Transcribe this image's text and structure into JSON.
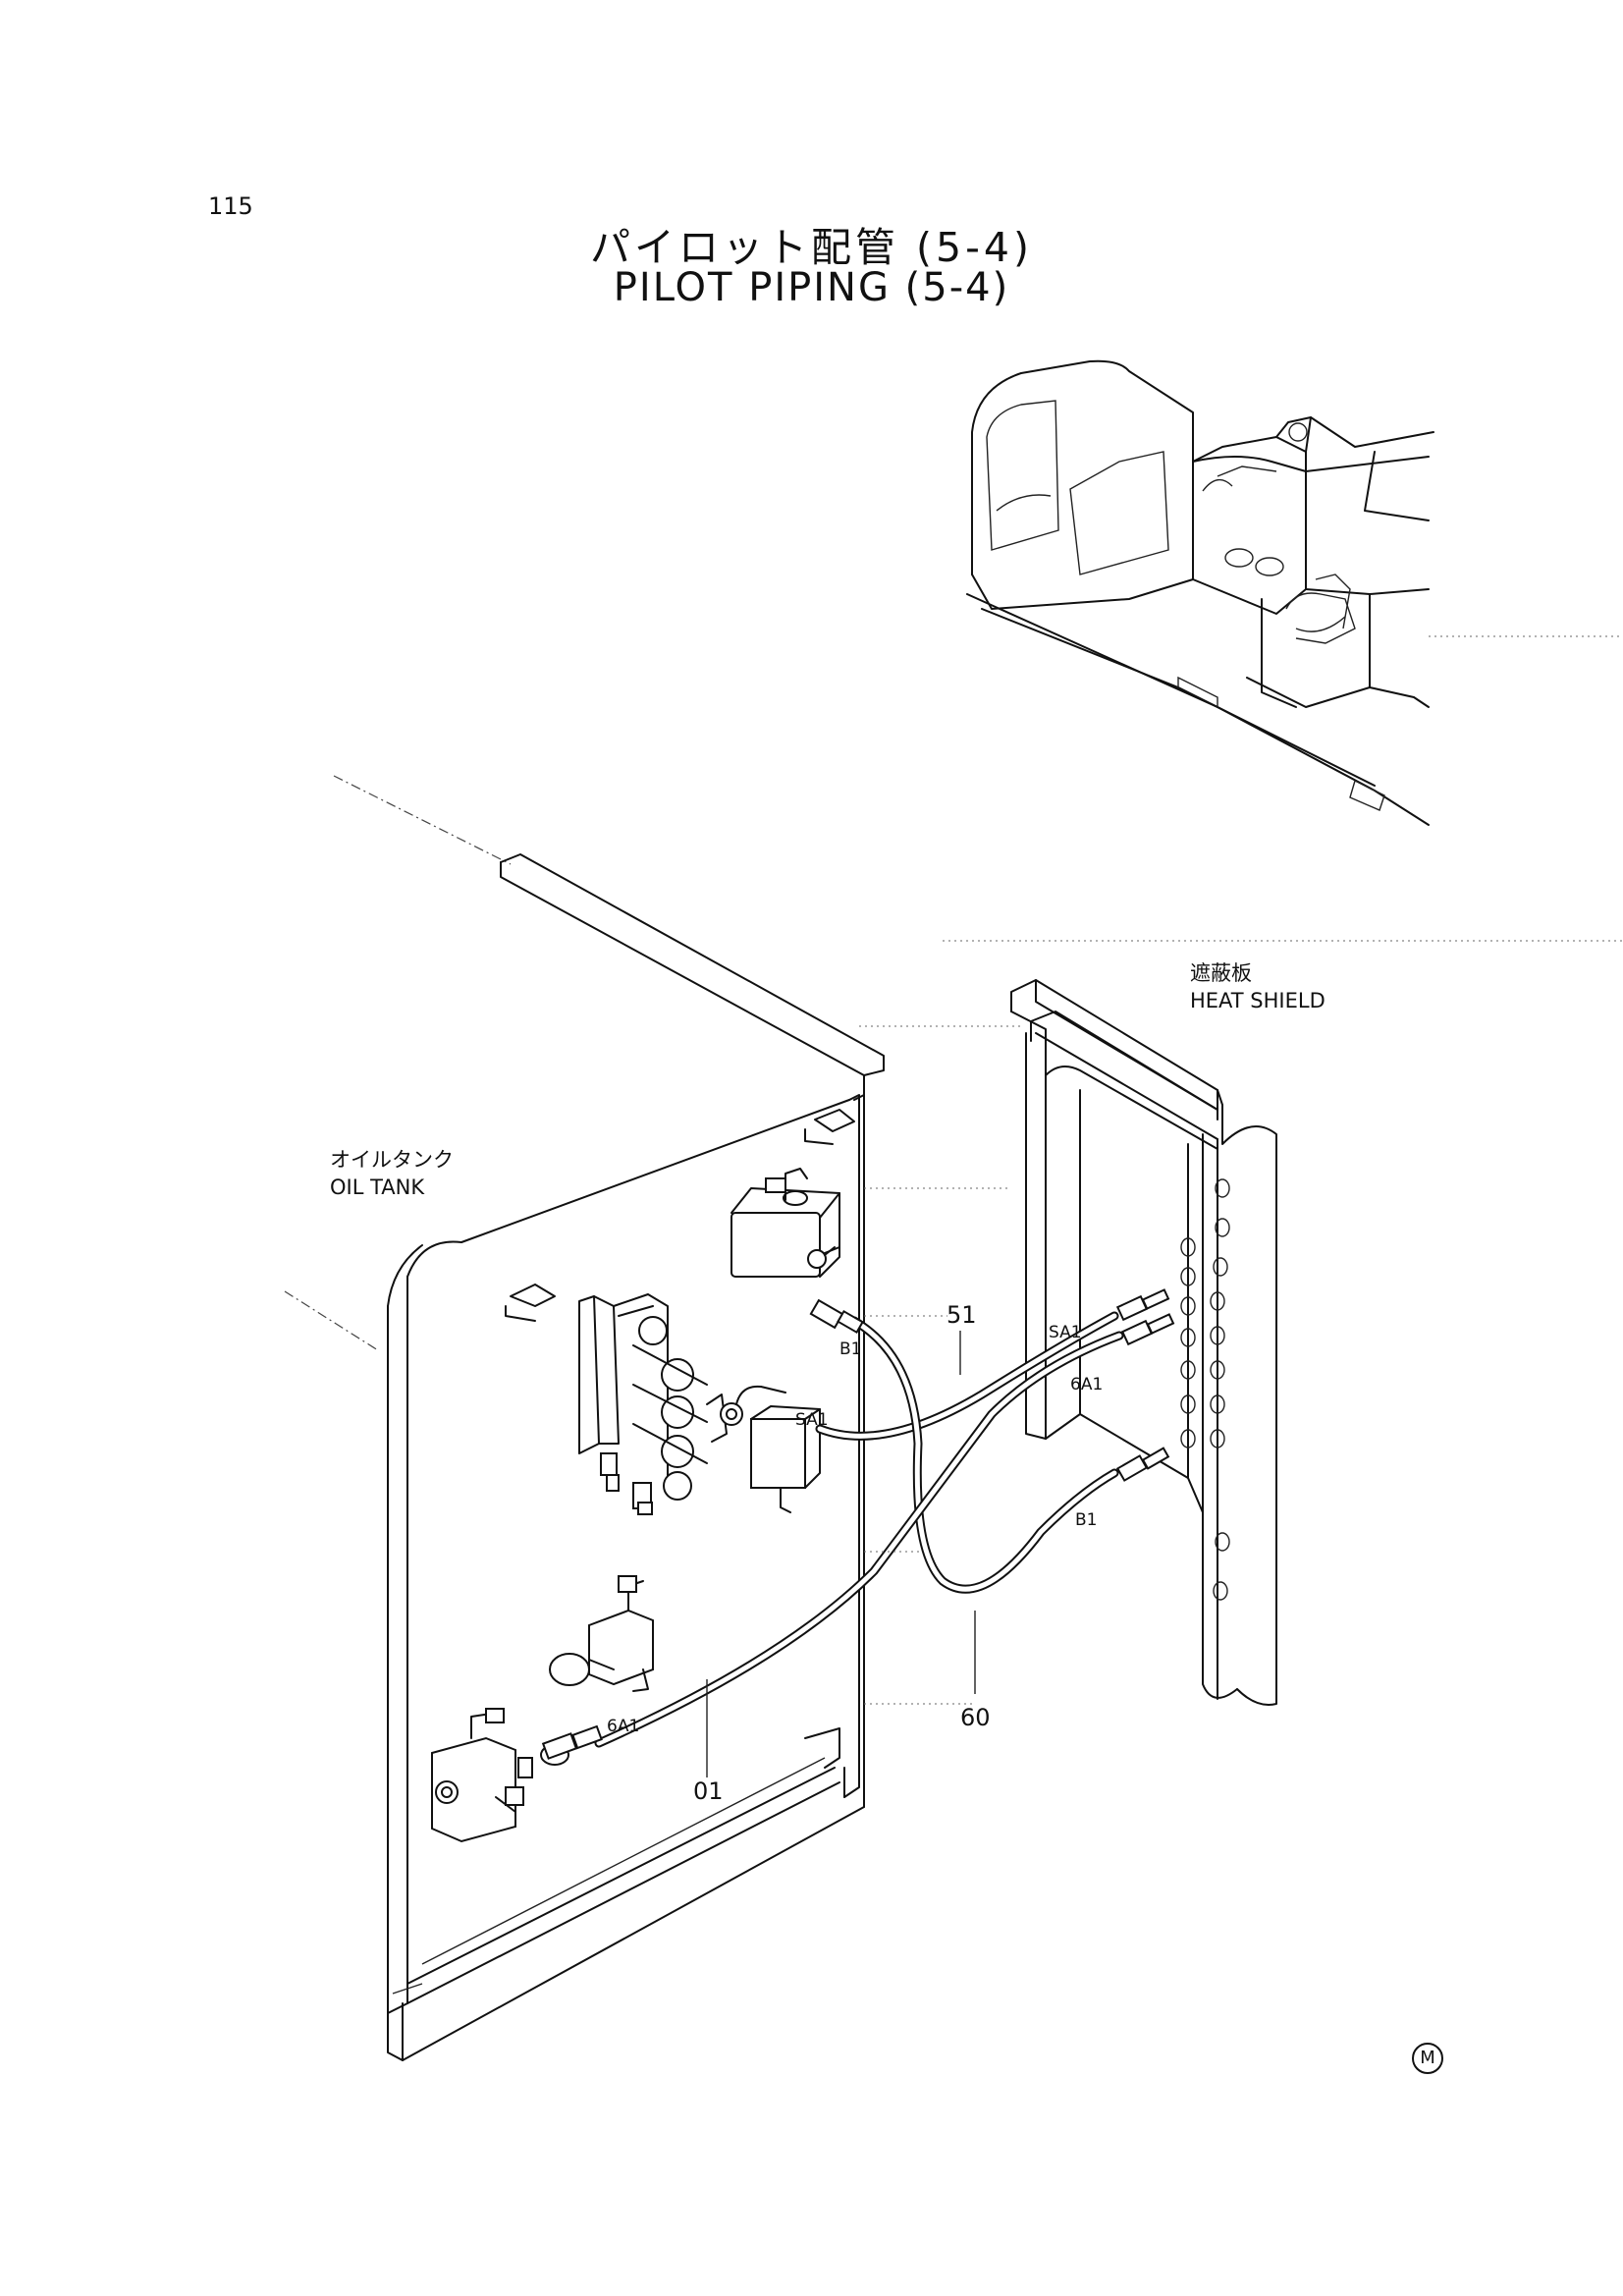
{
  "page": {
    "number": "115",
    "mark": "M"
  },
  "title": {
    "jp": "パイロット配管 (5-4)",
    "en": "PILOT PIPING (5-4)"
  },
  "labels": {
    "oil_tank_jp": "オイルタンク",
    "oil_tank_en": "OIL TANK",
    "heat_shield_jp": "遮蔽板",
    "heat_shield_en": "HEAT SHIELD"
  },
  "callouts": {
    "c51": "51",
    "c60": "60",
    "c01": "01"
  },
  "ports": {
    "b1_top": "B1",
    "sa1_left": "SA1",
    "sa1_right": "SA1",
    "a61_right": "6A1",
    "b1_right": "B1",
    "a61_bottom": "6A1"
  }
}
